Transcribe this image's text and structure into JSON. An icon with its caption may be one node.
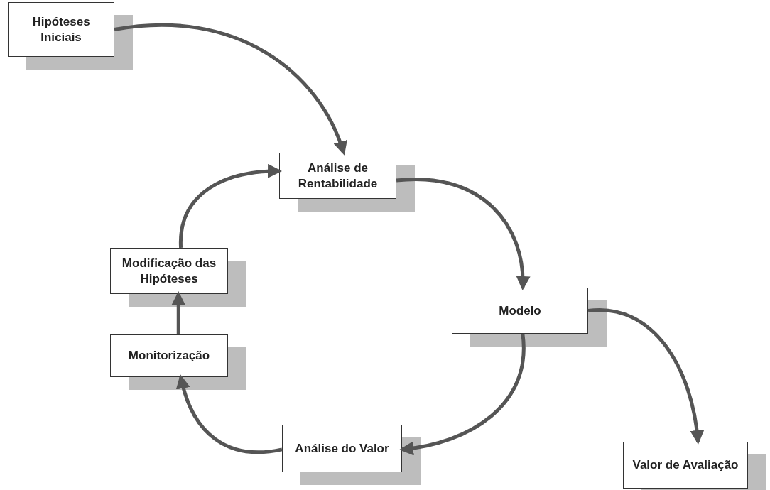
{
  "diagram": {
    "nodes": [
      {
        "text": [
          "Hipóteses Iniciais"
        ]
      },
      {
        "text": [
          "Análise de Rentabilidade"
        ]
      },
      {
        "text": [
          "Modelo"
        ]
      },
      {
        "text": [
          "Valor de Avaliação"
        ]
      },
      {
        "text": [
          "Análise do Valor"
        ]
      },
      {
        "text": [
          "Monitorização"
        ]
      },
      {
        "text": [
          "Modificação das Hipóteses"
        ]
      }
    ],
    "edges": [
      {
        "from": 0,
        "to": 1,
        "arrow": "to"
      },
      {
        "from": 1,
        "to": 2,
        "arrow": "to"
      },
      {
        "from": 2,
        "to": 3,
        "arrow": "to"
      },
      {
        "from": 2,
        "to": 4,
        "arrow": "to"
      },
      {
        "from": 4,
        "to": 5,
        "arrow": "to"
      },
      {
        "from": 5,
        "to": 6,
        "arrow": "to"
      },
      {
        "from": 6,
        "to": 1,
        "arrow": "to"
      }
    ]
  }
}
